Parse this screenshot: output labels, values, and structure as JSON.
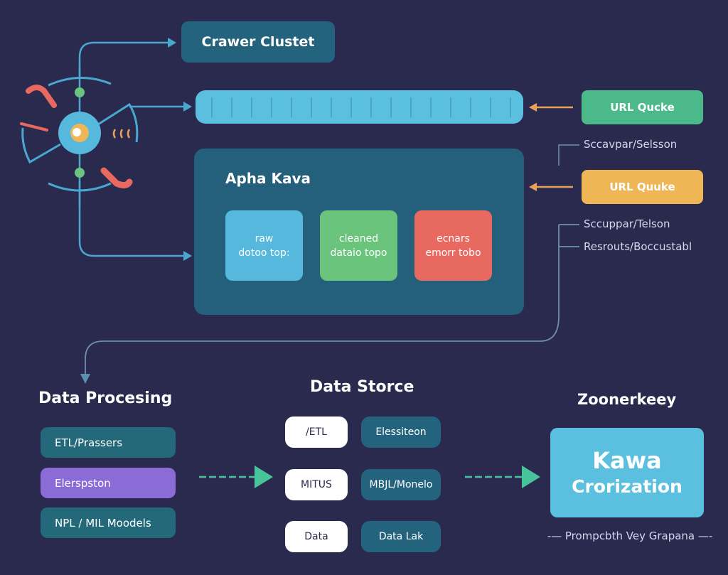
{
  "colors": {
    "background": "#2a2a4e",
    "panel_teal": "#245f7c",
    "queue_blue": "#5bbfe0",
    "queue_green": "#4cb98b",
    "queue_yellow": "#efb655",
    "topic_raw": "#56b8dd",
    "topic_cleaned": "#6ac47c",
    "topic_errors": "#e8695f",
    "accent_purple": "#8b6cd6",
    "arrow_orange": "#e9a15a",
    "arrow_green": "#48c49a",
    "wire_blue": "#4aa8d0"
  },
  "crawler": {
    "icon": "crawler-radar-icon",
    "cluster_label": "Crawer Clustet"
  },
  "url_queues": [
    {
      "label": "URL Qucke",
      "color": "green"
    },
    {
      "label": "URL Quuke",
      "color": "yellow"
    }
  ],
  "side_labels": [
    "Sccavpar/Selsson",
    "Sccuppar/Telson",
    "Resrouts/Boccustabl"
  ],
  "kafka": {
    "title": "Apha Kava",
    "topics": [
      {
        "line1": "raw",
        "line2": "dotoo top:"
      },
      {
        "line1": "cleaned",
        "line2": "dataio topo"
      },
      {
        "line1": "ecnars",
        "line2": "emorr tobo"
      }
    ]
  },
  "processing": {
    "title": "Data Procesing",
    "items": [
      "ETL/Prassers",
      "Elerspston",
      "NPL / MIL Moodels"
    ]
  },
  "storage": {
    "title": "Data Storce",
    "left": [
      "/ETL",
      "MITUS",
      "Data"
    ],
    "right": [
      "Elessiteon",
      "MBJL/Monelo",
      "Data Lak"
    ]
  },
  "visualization": {
    "title": "Zoonerkeey",
    "box_line1": "Kawa",
    "box_line2": "Crorization",
    "footer": "-— Prompcbth Vey Grapana —-"
  }
}
